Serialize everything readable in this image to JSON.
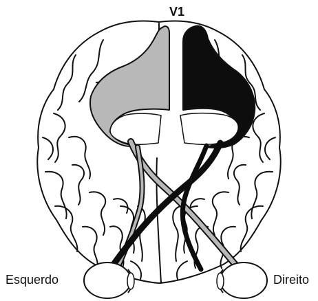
{
  "labels": {
    "v1": "V1",
    "left_eye": "Esquerdo",
    "right_eye": "Direito"
  },
  "colors": {
    "outline": "#111111",
    "left_pathway": "#b8b8b8",
    "right_pathway": "#0d0d0d",
    "background": "#ffffff"
  }
}
